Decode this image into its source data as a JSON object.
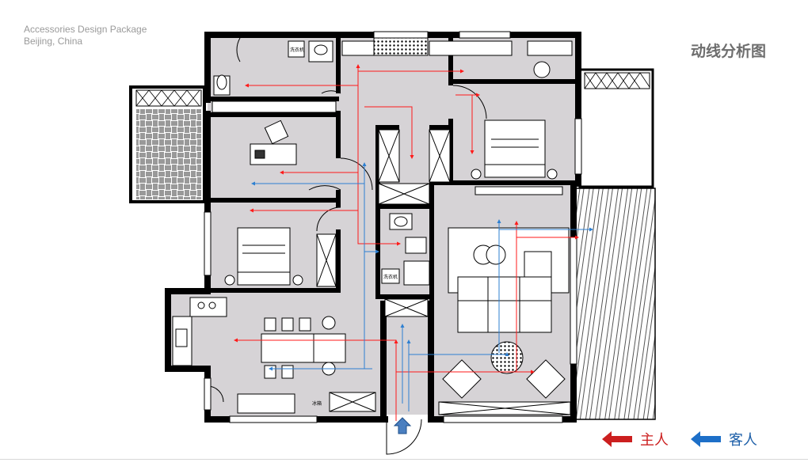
{
  "header": {
    "line1": "Accessories Design Package",
    "line2": "Beijing, China"
  },
  "title": "动线分析图",
  "plan_labels": {
    "washer_top": "洗衣机",
    "washer_mid": "洗衣机",
    "fridge": "冰箱"
  },
  "legend": {
    "host_label": "主人",
    "host_color": "#e01b1b",
    "guest_label": "客人",
    "guest_color": "#2a78c8"
  },
  "colors": {
    "wall": "#000000",
    "floor": "#d6d3d6",
    "host_arrow": "#ff1a1a",
    "guest_arrow": "#2d7fd1"
  }
}
